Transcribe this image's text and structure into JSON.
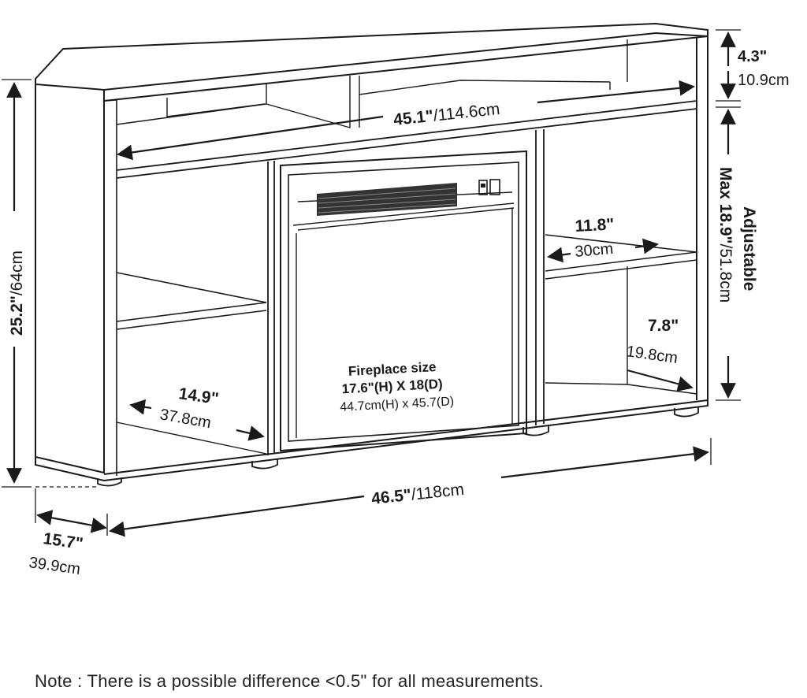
{
  "dimensions": {
    "top_width": {
      "imperial": "45.1\"",
      "metric": "/114.6cm"
    },
    "top_height": {
      "imperial": "4.3\"",
      "metric": "10.9cm"
    },
    "total_height": {
      "imperial": "25.2\"",
      "metric": "/64cm"
    },
    "adjustable": {
      "label": "Adjustable",
      "imperial": "Max 18.9\"",
      "metric": "/51.8cm"
    },
    "right_shelf_width": {
      "imperial": "11.8\"",
      "metric": "30cm"
    },
    "right_shelf_depth": {
      "imperial": "7.8\"",
      "metric": "19.8cm"
    },
    "left_shelf_width": {
      "imperial": "14.9\"",
      "metric": "37.8cm"
    },
    "total_width": {
      "imperial": "46.5\"",
      "metric": "/118cm"
    },
    "total_depth": {
      "imperial": "15.7\"",
      "metric": "39.9cm"
    }
  },
  "fireplace": {
    "title": "Fireplace size",
    "imperial": "17.6\"(H) X 18(D)",
    "metric": "44.7cm(H) x 45.7(D)"
  },
  "note": "Note : There is a possible difference <0.5\" for all measurements."
}
